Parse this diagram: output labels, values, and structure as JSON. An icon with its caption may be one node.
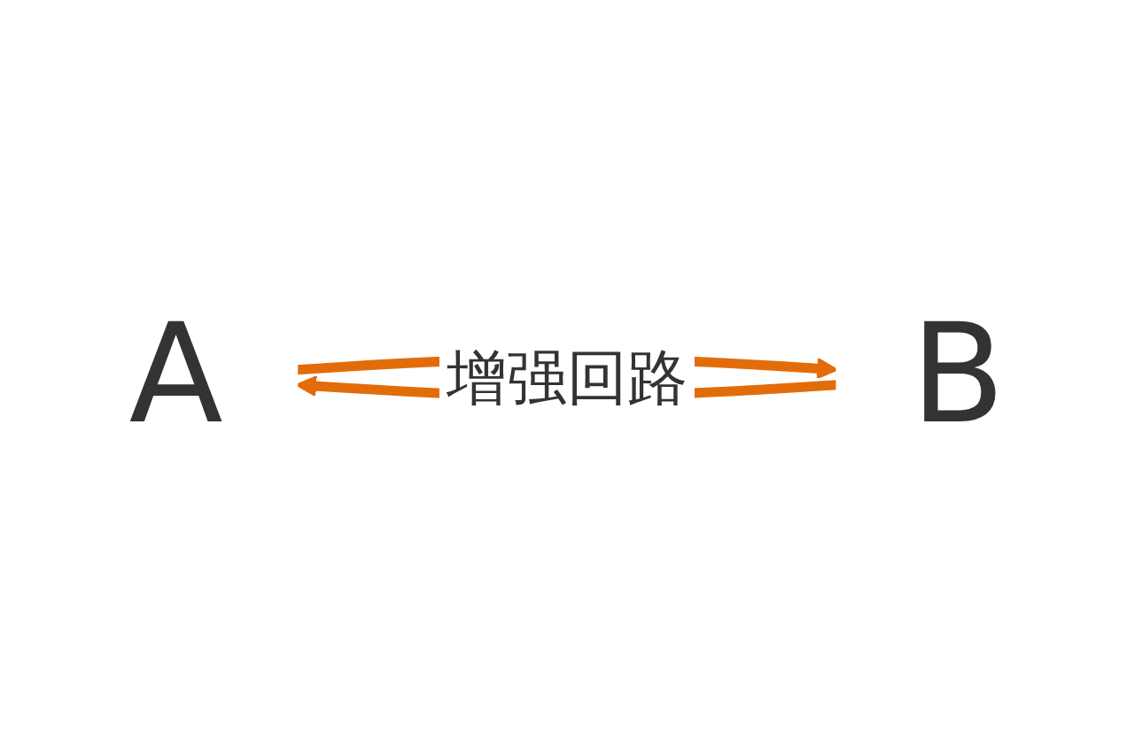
{
  "diagram": {
    "nodes": [
      {
        "text": [
          "A"
        ]
      },
      {
        "text": [
          "B"
        ]
      }
    ],
    "edges": [
      {
        "from": 0,
        "to": 1,
        "arrow": "to"
      },
      {
        "from": 1,
        "to": 0,
        "arrow": "to"
      }
    ],
    "labels": [
      "增强回路"
    ]
  }
}
